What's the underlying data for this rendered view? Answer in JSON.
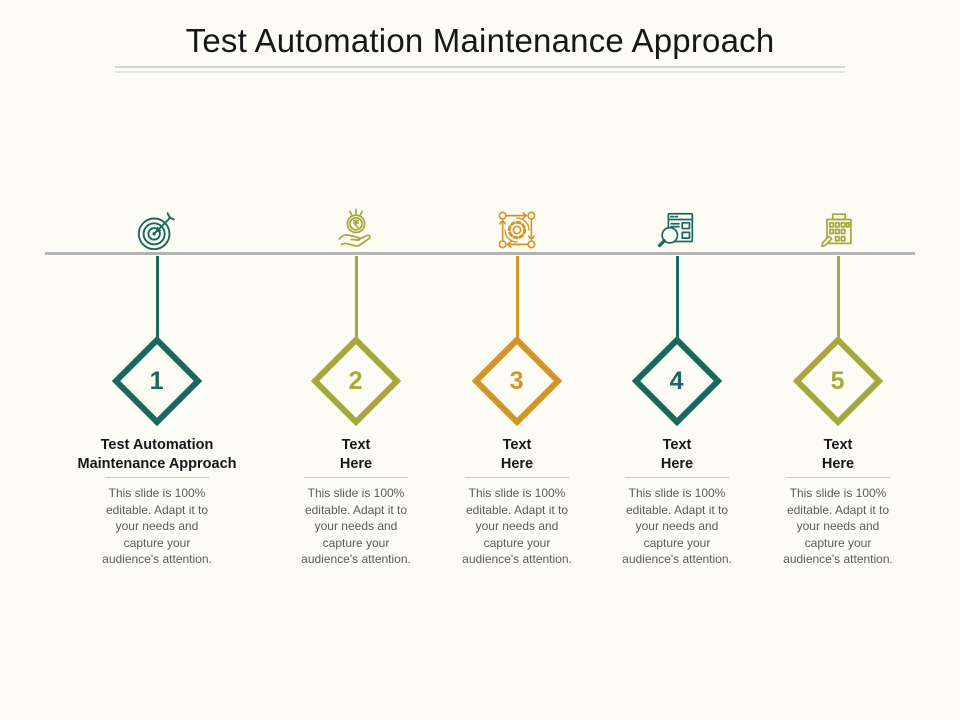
{
  "slide": {
    "title": "Test Automation Maintenance Approach"
  },
  "timeline": {
    "line_color": "#b2b2b2"
  },
  "steps": [
    {
      "number": "1",
      "title": "Test Automation\nMaintenance Approach",
      "icon": "target-dart-icon",
      "color": "#1b685e",
      "description": "This slide is 100% editable. Adapt it to your needs and capture your audience's attention."
    },
    {
      "number": "2",
      "title": "Text\nHere",
      "icon": "hand-coin-icon",
      "color": "#a7a83b",
      "description": "This slide is 100% editable. Adapt it to your needs and capture your audience's attention."
    },
    {
      "number": "3",
      "title": "Text\nHere",
      "icon": "gear-sync-icon",
      "color": "#d29327",
      "description": "This slide is 100% editable. Adapt it to your needs and capture your audience's attention."
    },
    {
      "number": "4",
      "title": "Text\nHere",
      "icon": "search-document-icon",
      "color": "#1b685e",
      "description": "This slide is 100% editable. Adapt it to your needs and capture your audience's attention."
    },
    {
      "number": "5",
      "title": "Text\nHere",
      "icon": "office-building-icon",
      "color": "#a7a83b",
      "description": "This slide is 100% editable. Adapt it to your needs and capture your audience's attention."
    }
  ]
}
